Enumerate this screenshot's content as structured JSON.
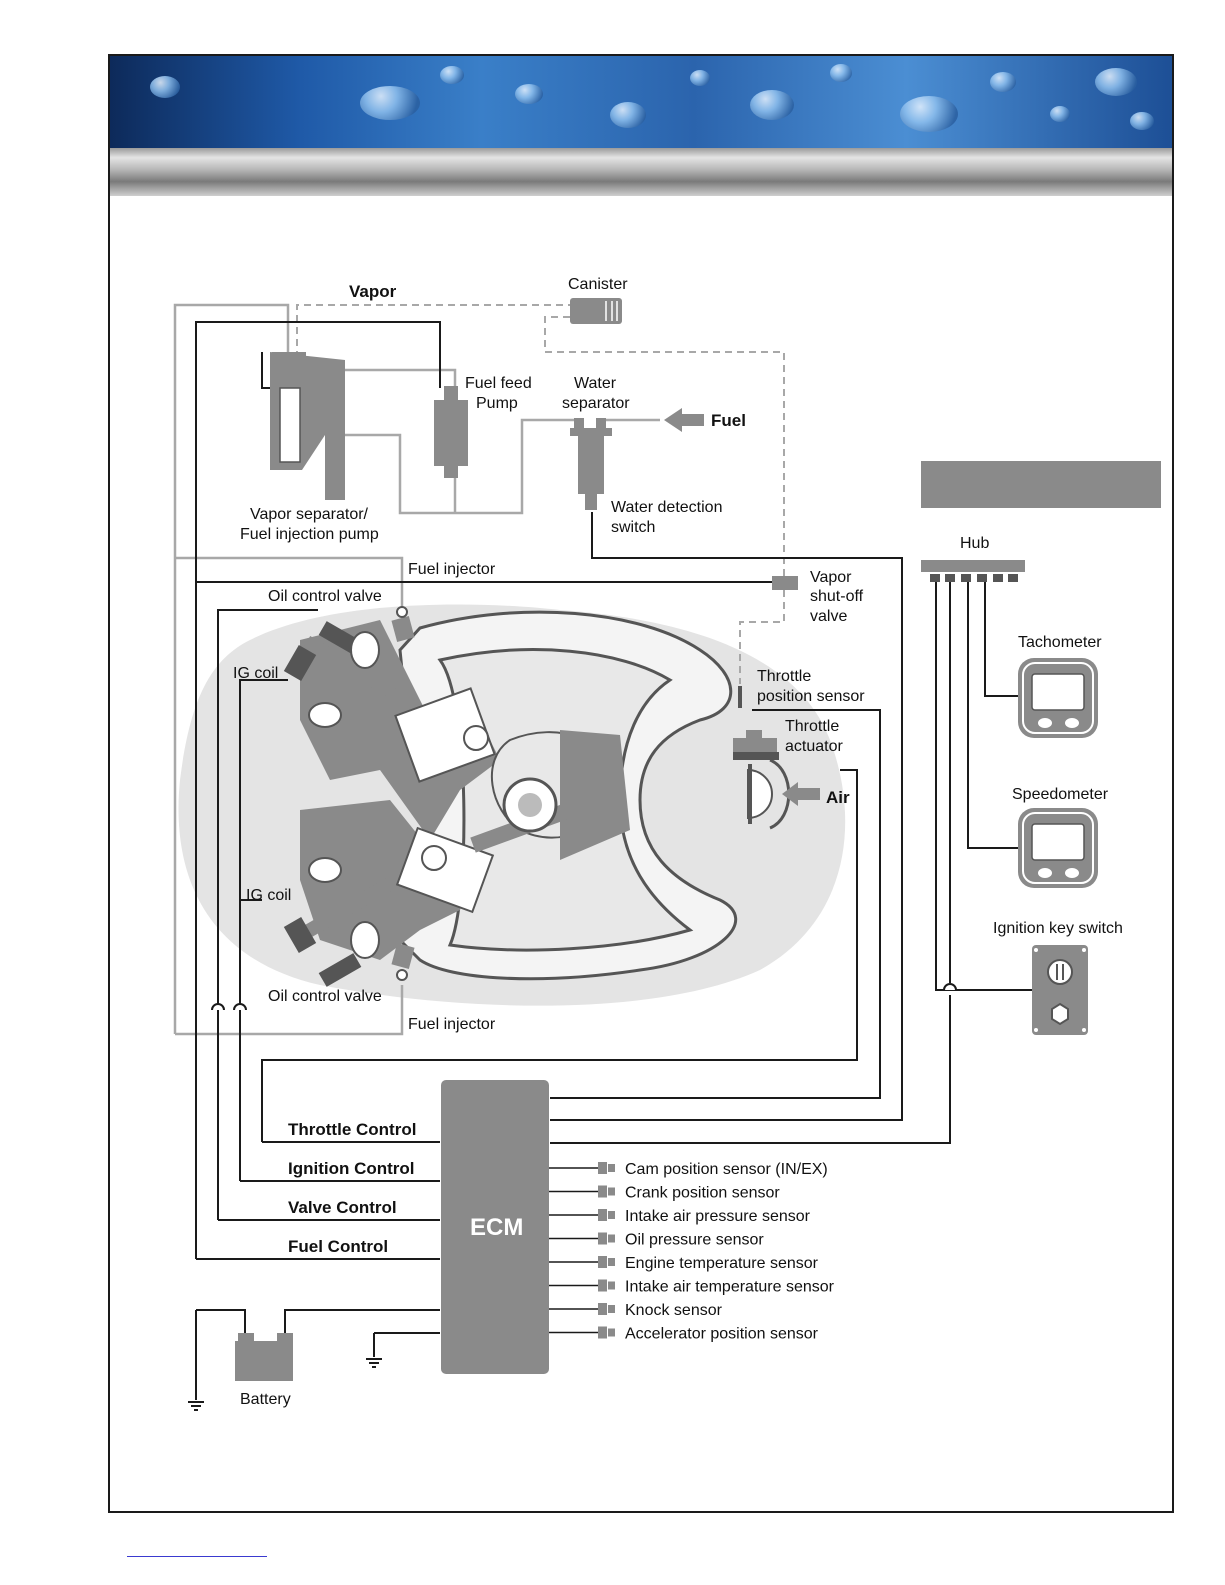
{
  "colors": {
    "banner_blue": "#1f5aa8",
    "component_gray": "#8a8a8a",
    "engine_light": "#e6e6e6",
    "line_dark": "#1a1a1a",
    "line_light": "#a8a8a8"
  },
  "fuel_system": {
    "vapor": "Vapor",
    "canister": "Canister",
    "fuel_feed_pump": [
      "Fuel feed",
      "Pump"
    ],
    "water_separator": [
      "Water",
      "separator"
    ],
    "fuel": "Fuel",
    "vapor_separator": [
      "Vapor separator/",
      "Fuel injection pump"
    ],
    "water_detection_switch": [
      "Water detection",
      "switch"
    ],
    "vapor_shutoff_valve": [
      "Vapor",
      "shut-off",
      "valve"
    ]
  },
  "engine": {
    "fuel_injector_top": "Fuel injector",
    "oil_control_valve_top": "Oil control valve",
    "ig_coil_top": "IG coil",
    "ig_coil_bottom": "IG coil",
    "oil_control_valve_bottom": "Oil control valve",
    "fuel_injector_bottom": "Fuel injector",
    "throttle_position_sensor": [
      "Throttle",
      "position sensor"
    ],
    "throttle_actuator": [
      "Throttle",
      "actuator"
    ],
    "air": "Air"
  },
  "controls": {
    "throttle_control": "Throttle Control",
    "ignition_control": "Ignition Control",
    "valve_control": "Valve Control",
    "fuel_control": "Fuel Control",
    "ecm": "ECM",
    "battery": "Battery"
  },
  "sensors": [
    "Cam position sensor (IN/EX)",
    "Crank position sensor",
    "Intake air pressure sensor",
    "Oil pressure sensor",
    "Engine temperature sensor",
    "Intake air temperature sensor",
    "Knock sensor",
    "Accelerator position sensor"
  ],
  "instruments": {
    "hub": "Hub",
    "tachometer": "Tachometer",
    "speedometer": "Speedometer",
    "ignition_key_switch": "Ignition key switch"
  }
}
